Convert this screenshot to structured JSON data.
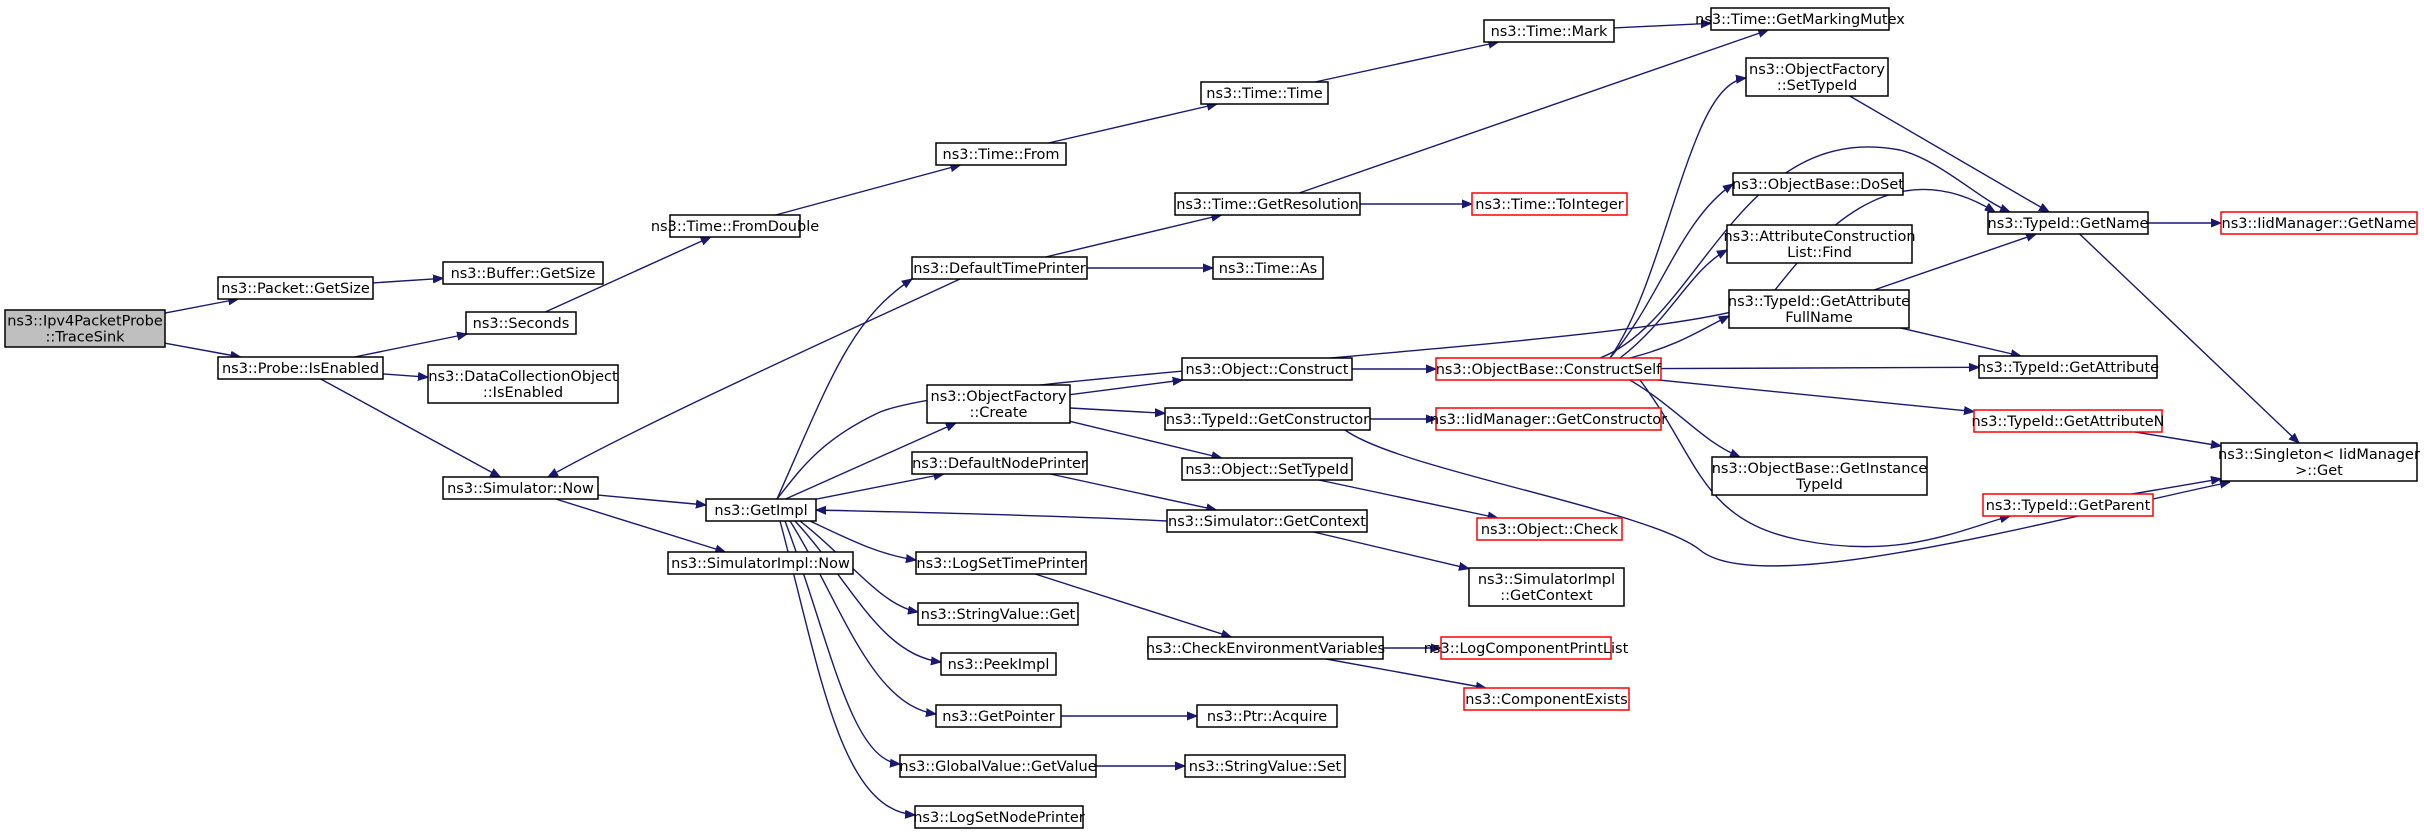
{
  "colors": {
    "edge": "#191970",
    "node_border": "#000000",
    "missing_border": "#ff0000",
    "root_fill": "#bfbfbf"
  },
  "nodes": [
    {
      "id": "n0",
      "lines": [
        "ns3::Ipv4PacketProbe",
        "::TraceSink"
      ],
      "style": "root"
    },
    {
      "id": "n1",
      "lines": [
        "ns3::Packet::GetSize"
      ],
      "style": "normal"
    },
    {
      "id": "n2",
      "lines": [
        "ns3::Probe::IsEnabled"
      ],
      "style": "normal"
    },
    {
      "id": "n3",
      "lines": [
        "ns3::Buffer::GetSize"
      ],
      "style": "normal"
    },
    {
      "id": "n4",
      "lines": [
        "ns3::Seconds"
      ],
      "style": "normal"
    },
    {
      "id": "n5",
      "lines": [
        "ns3::DataCollectionObject",
        "::IsEnabled"
      ],
      "style": "normal"
    },
    {
      "id": "n6",
      "lines": [
        "ns3::Simulator::Now"
      ],
      "style": "normal"
    },
    {
      "id": "n7",
      "lines": [
        "ns3::Time::FromDouble"
      ],
      "style": "normal"
    },
    {
      "id": "n8",
      "lines": [
        "ns3::GetImpl"
      ],
      "style": "normal"
    },
    {
      "id": "n9",
      "lines": [
        "ns3::SimulatorImpl::Now"
      ],
      "style": "normal"
    },
    {
      "id": "n10",
      "lines": [
        "ns3::Time::From"
      ],
      "style": "normal"
    },
    {
      "id": "n11",
      "lines": [
        "ns3::DefaultTimePrinter"
      ],
      "style": "normal"
    },
    {
      "id": "n12",
      "lines": [
        "ns3::ObjectFactory",
        "::Create"
      ],
      "style": "normal"
    },
    {
      "id": "n13",
      "lines": [
        "ns3::DefaultNodePrinter"
      ],
      "style": "normal"
    },
    {
      "id": "n14",
      "lines": [
        "ns3::LogSetTimePrinter"
      ],
      "style": "normal"
    },
    {
      "id": "n15",
      "lines": [
        "ns3::StringValue::Get"
      ],
      "style": "normal"
    },
    {
      "id": "n16",
      "lines": [
        "ns3::PeekImpl"
      ],
      "style": "normal"
    },
    {
      "id": "n17",
      "lines": [
        "ns3::GetPointer"
      ],
      "style": "normal"
    },
    {
      "id": "n18",
      "lines": [
        "ns3::GlobalValue::GetValue"
      ],
      "style": "normal"
    },
    {
      "id": "n19",
      "lines": [
        "ns3::LogSetNodePrinter"
      ],
      "style": "normal"
    },
    {
      "id": "n20",
      "lines": [
        "ns3::Time::Time"
      ],
      "style": "normal"
    },
    {
      "id": "n21",
      "lines": [
        "ns3::Time::GetResolution"
      ],
      "style": "normal"
    },
    {
      "id": "n22",
      "lines": [
        "ns3::Time::As"
      ],
      "style": "normal"
    },
    {
      "id": "n23",
      "lines": [
        "ns3::Object::Construct"
      ],
      "style": "normal"
    },
    {
      "id": "n24",
      "lines": [
        "ns3::TypeId::GetConstructor"
      ],
      "style": "normal"
    },
    {
      "id": "n25",
      "lines": [
        "ns3::Object::SetTypeId"
      ],
      "style": "normal"
    },
    {
      "id": "n26",
      "lines": [
        "ns3::Simulator::GetContext"
      ],
      "style": "normal"
    },
    {
      "id": "n27",
      "lines": [
        "ns3::CheckEnvironmentVariables"
      ],
      "style": "normal"
    },
    {
      "id": "n28",
      "lines": [
        "ns3::Ptr::Acquire"
      ],
      "style": "normal"
    },
    {
      "id": "n29",
      "lines": [
        "ns3::StringValue::Set"
      ],
      "style": "normal"
    },
    {
      "id": "n30",
      "lines": [
        "ns3::Time::Mark"
      ],
      "style": "normal"
    },
    {
      "id": "n31",
      "lines": [
        "ns3::Time::ToInteger"
      ],
      "style": "missing"
    },
    {
      "id": "n32",
      "lines": [
        "ns3::ObjectBase::ConstructSelf"
      ],
      "style": "missing"
    },
    {
      "id": "n33",
      "lines": [
        "ns3::IidManager::GetConstructor"
      ],
      "style": "missing"
    },
    {
      "id": "n34",
      "lines": [
        "ns3::Object::Check"
      ],
      "style": "missing"
    },
    {
      "id": "n35",
      "lines": [
        "ns3::SimulatorImpl",
        "::GetContext"
      ],
      "style": "normal"
    },
    {
      "id": "n36",
      "lines": [
        "ns3::LogComponentPrintList"
      ],
      "style": "missing"
    },
    {
      "id": "n37",
      "lines": [
        "ns3::ComponentExists"
      ],
      "style": "missing"
    },
    {
      "id": "n38",
      "lines": [
        "ns3::Time::GetMarkingMutex"
      ],
      "style": "normal"
    },
    {
      "id": "n39",
      "lines": [
        "ns3::ObjectFactory",
        "::SetTypeId"
      ],
      "style": "normal"
    },
    {
      "id": "n40",
      "lines": [
        "ns3::ObjectBase::DoSet"
      ],
      "style": "normal"
    },
    {
      "id": "n41",
      "lines": [
        "ns3::AttributeConstruction",
        "List::Find"
      ],
      "style": "normal"
    },
    {
      "id": "n42",
      "lines": [
        "ns3::TypeId::GetAttribute",
        "FullName"
      ],
      "style": "normal"
    },
    {
      "id": "n43",
      "lines": [
        "ns3::ObjectBase::GetInstance",
        "TypeId"
      ],
      "style": "normal"
    },
    {
      "id": "n44",
      "lines": [
        "ns3::TypeId::GetName"
      ],
      "style": "normal"
    },
    {
      "id": "n45",
      "lines": [
        "ns3::TypeId::GetAttribute"
      ],
      "style": "normal"
    },
    {
      "id": "n46",
      "lines": [
        "ns3::TypeId::GetAttributeN"
      ],
      "style": "missing"
    },
    {
      "id": "n47",
      "lines": [
        "ns3::TypeId::GetParent"
      ],
      "style": "missing"
    },
    {
      "id": "n48",
      "lines": [
        "ns3::IidManager::GetName"
      ],
      "style": "missing"
    },
    {
      "id": "n49",
      "lines": [
        "ns3::Singleton< IidManager",
        " >::Get"
      ],
      "style": "normal"
    }
  ],
  "edges": [
    [
      "n0",
      "n1"
    ],
    [
      "n0",
      "n2"
    ],
    [
      "n1",
      "n3"
    ],
    [
      "n2",
      "n4"
    ],
    [
      "n2",
      "n5"
    ],
    [
      "n2",
      "n6"
    ],
    [
      "n4",
      "n7"
    ],
    [
      "n7",
      "n10"
    ],
    [
      "n10",
      "n20"
    ],
    [
      "n20",
      "n30"
    ],
    [
      "n30",
      "n38"
    ],
    [
      "n6",
      "n8"
    ],
    [
      "n6",
      "n9"
    ],
    [
      "n8",
      "n11"
    ],
    [
      "n8",
      "n39"
    ],
    [
      "n8",
      "n12"
    ],
    [
      "n8",
      "n13"
    ],
    [
      "n8",
      "n14"
    ],
    [
      "n8",
      "n15"
    ],
    [
      "n8",
      "n16"
    ],
    [
      "n8",
      "n17"
    ],
    [
      "n8",
      "n18"
    ],
    [
      "n8",
      "n19"
    ],
    [
      "n11",
      "n6"
    ],
    [
      "n11",
      "n21"
    ],
    [
      "n11",
      "n22"
    ],
    [
      "n21",
      "n38"
    ],
    [
      "n21",
      "n31"
    ],
    [
      "n12",
      "n23"
    ],
    [
      "n12",
      "n24"
    ],
    [
      "n12",
      "n25"
    ],
    [
      "n13",
      "n26"
    ],
    [
      "n26",
      "n8"
    ],
    [
      "n26",
      "n35"
    ],
    [
      "n14",
      "n27"
    ],
    [
      "n27",
      "n36"
    ],
    [
      "n27",
      "n37"
    ],
    [
      "n17",
      "n28"
    ],
    [
      "n18",
      "n29"
    ],
    [
      "n23",
      "n32"
    ],
    [
      "n24",
      "n33"
    ],
    [
      "n24",
      "n49"
    ],
    [
      "n25",
      "n34"
    ],
    [
      "n32",
      "n39"
    ],
    [
      "n32",
      "n40"
    ],
    [
      "n32",
      "n41"
    ],
    [
      "n32",
      "n42"
    ],
    [
      "n32",
      "n45"
    ],
    [
      "n32",
      "n46"
    ],
    [
      "n32",
      "n43"
    ],
    [
      "n32",
      "n44"
    ],
    [
      "n32",
      "n47"
    ],
    [
      "n39",
      "n44"
    ],
    [
      "n42",
      "n44"
    ],
    [
      "n42",
      "n45"
    ],
    [
      "n44",
      "n48"
    ],
    [
      "n44",
      "n49"
    ],
    [
      "n46",
      "n49"
    ],
    [
      "n47",
      "n49"
    ]
  ]
}
